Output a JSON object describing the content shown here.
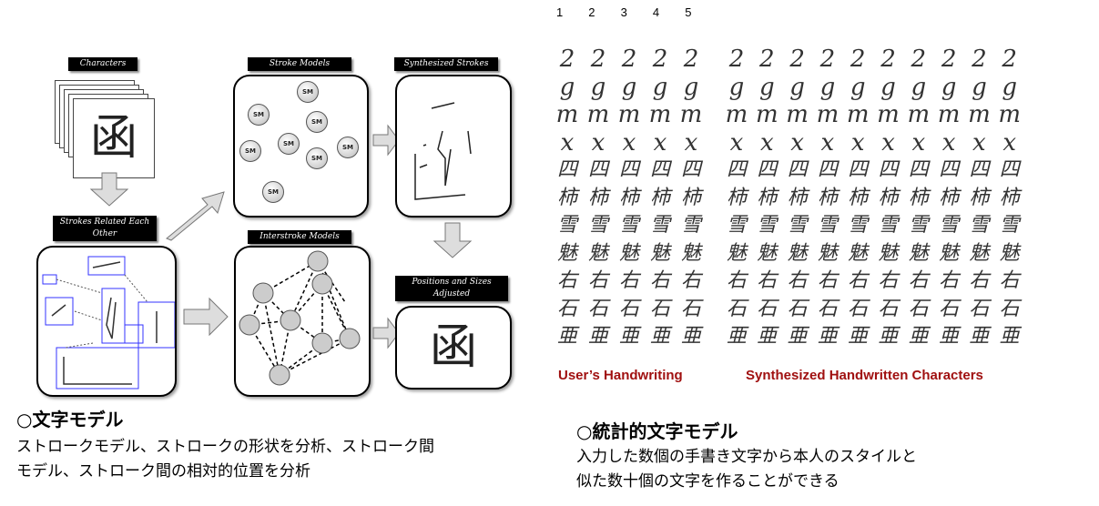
{
  "diagram": {
    "characters_label": "Characters",
    "strokes_related_label": "Strokes Related Each Other",
    "stroke_models_label": "Stroke Models",
    "synthesized_strokes_label": "Synthesized Strokes",
    "interstroke_models_label": "Interstroke Models",
    "positions_label": "Positions and Sizes Adjusted",
    "sm_node": "SM",
    "sample_char": "函"
  },
  "left_caption": {
    "title": "○文字モデル",
    "line1": "ストロークモデル、ストロークの形状を分析、ストローク間",
    "line2": "モデル、ストローク間の相対的位置を分析"
  },
  "handwriting": {
    "column_numbers": [
      "1",
      "2",
      "3",
      "4",
      "5"
    ],
    "rows": [
      "2",
      "g",
      "m",
      "x",
      "四",
      "柿",
      "雪",
      "魅",
      "右",
      "石",
      "亜"
    ],
    "user_label": "User’s Handwriting",
    "synth_label": "Synthesized Handwritten Characters",
    "label_color": "#a01010"
  },
  "right_caption": {
    "title": "○統計的文字モデル",
    "line1": "入力した数個の手書き文字から本人のスタイルと",
    "line2": "似た数十個の文字を作ることができる"
  }
}
